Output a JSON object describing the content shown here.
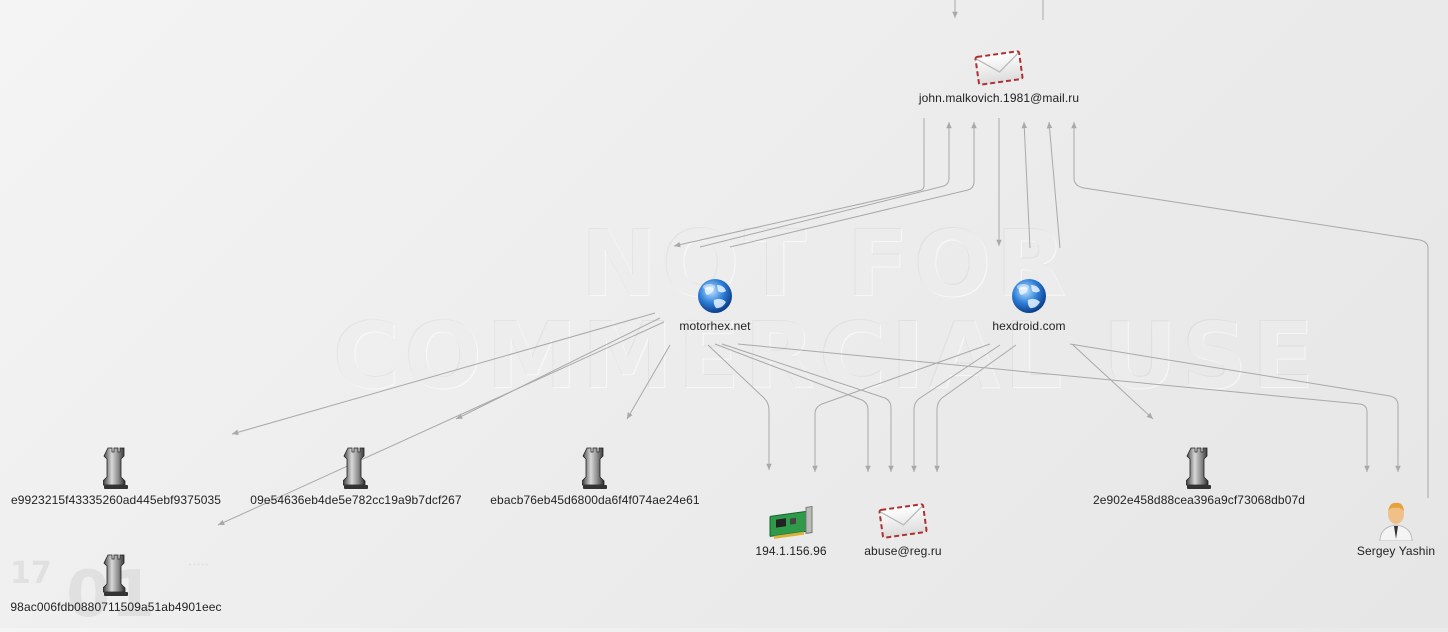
{
  "watermark": {
    "line1": "NOT FOR",
    "line2": "COMMERCIAL USE"
  },
  "colors": {
    "edge": "#a9a9a9",
    "label": "#222222"
  },
  "nodes": [
    {
      "id": "email1",
      "label": "john.malkovich.1981@mail.ru",
      "icon": "email-envelope-icon"
    },
    {
      "id": "dom1",
      "label": "motorhex.net",
      "icon": "globe-icon"
    },
    {
      "id": "dom2",
      "label": "hexdroid.com",
      "icon": "globe-icon"
    },
    {
      "id": "h1",
      "label": "e9923215f43335260ad445ebf9375035",
      "icon": "rook-hash-icon"
    },
    {
      "id": "h2",
      "label": "09e54636eb4de5e782cc19a9b7dcf267",
      "icon": "rook-hash-icon"
    },
    {
      "id": "h3",
      "label": "ebacb76eb45d6800da6f4f074ae24e61",
      "icon": "rook-hash-icon"
    },
    {
      "id": "h4",
      "label": "2e902e458d88cea396a9cf73068db07d",
      "icon": "rook-hash-icon"
    },
    {
      "id": "h5",
      "label": "98ac006fdb0880711509a51ab4901eec",
      "icon": "rook-hash-icon"
    },
    {
      "id": "ip1",
      "label": "194.1.156.96",
      "icon": "network-card-icon"
    },
    {
      "id": "email2",
      "label": "abuse@reg.ru",
      "icon": "email-envelope-icon"
    },
    {
      "id": "person1",
      "label": "Sergey Yashin",
      "icon": "person-icon"
    }
  ]
}
